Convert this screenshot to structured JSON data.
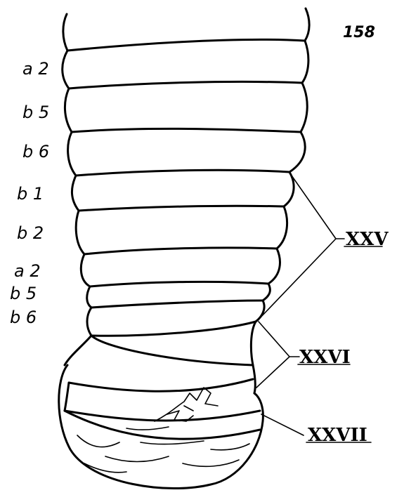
{
  "figure_number": "158",
  "segment_labels": [
    "a 2",
    "b 5",
    "b 6",
    "b 1",
    "b 2",
    "a 2",
    "b 5",
    "b 6"
  ],
  "callouts": {
    "seg_25": "XXV",
    "seg_26": "XXVI",
    "seg_27": "XXVII"
  }
}
